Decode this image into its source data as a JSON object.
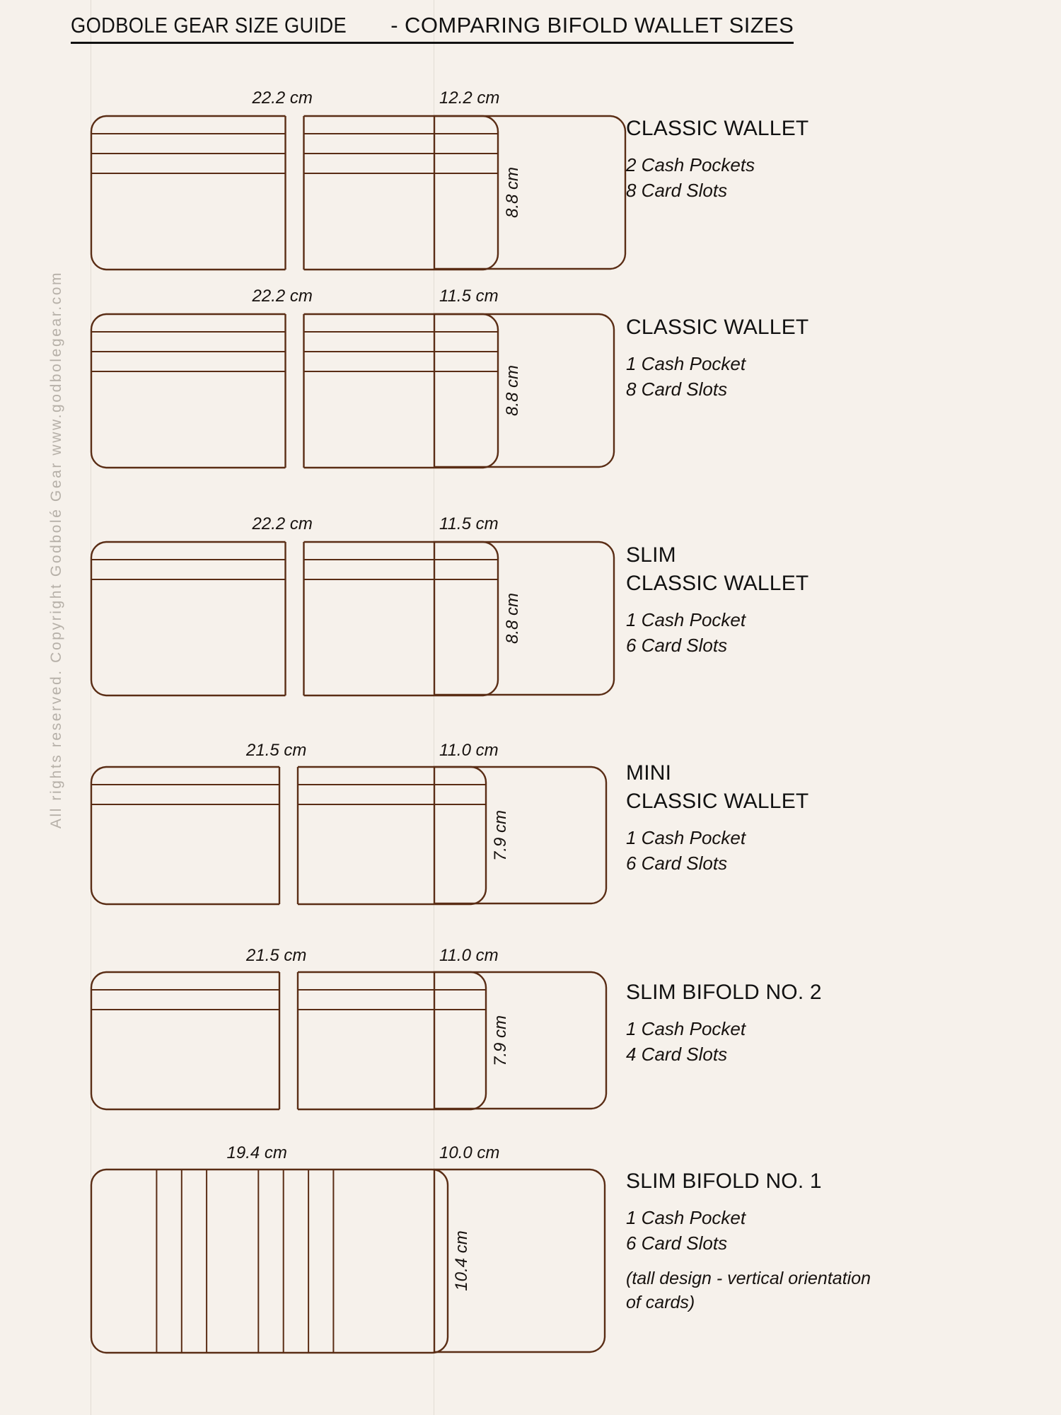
{
  "title": {
    "part1": "GODBOLE GEAR SIZE GUIDE ",
    "part2": " - COMPARING BIFOLD WALLET SIZES"
  },
  "side_note": "All rights reserved. Copyright Godbolé Gear www.godbolegear.com",
  "colors": {
    "background": "#f6f1eb",
    "stroke": "#5a2d15",
    "text": "#17120f",
    "side_text": "#b6b0a8",
    "guide": "#e2dcd4"
  },
  "units": "cm",
  "rows": [
    {
      "open_width": "22.2 cm",
      "closed_width": "12.2 cm",
      "height": "8.8 cm",
      "name_lines": [
        "CLASSIC WALLET"
      ],
      "specs": [
        "2 Cash Pockets",
        "8 Card Slots"
      ],
      "note": "",
      "slot_lines": 3,
      "style": "horizontal"
    },
    {
      "open_width": "22.2 cm",
      "closed_width": "11.5 cm",
      "height": "8.8 cm",
      "name_lines": [
        "CLASSIC WALLET"
      ],
      "specs": [
        "1 Cash Pocket",
        "8 Card Slots"
      ],
      "note": "",
      "slot_lines": 3,
      "style": "horizontal"
    },
    {
      "open_width": "22.2 cm",
      "closed_width": "11.5 cm",
      "height": "8.8 cm",
      "name_lines": [
        "SLIM",
        "CLASSIC WALLET"
      ],
      "specs": [
        "1 Cash Pocket",
        "6 Card Slots"
      ],
      "note": "",
      "slot_lines": 2,
      "style": "horizontal"
    },
    {
      "open_width": "21.5 cm",
      "closed_width": "11.0 cm",
      "height": "7.9 cm",
      "name_lines": [
        "MINI",
        "CLASSIC WALLET"
      ],
      "specs": [
        "1 Cash Pocket",
        "6 Card Slots"
      ],
      "note": "",
      "slot_lines": 2,
      "style": "horizontal"
    },
    {
      "open_width": "21.5 cm",
      "closed_width": "11.0 cm",
      "height": "7.9 cm",
      "name_lines": [
        "SLIM BIFOLD NO. 2"
      ],
      "specs": [
        "1 Cash Pocket",
        "4 Card Slots"
      ],
      "note": "",
      "slot_lines": 2,
      "style": "horizontal"
    },
    {
      "open_width": "19.4 cm",
      "closed_width": "10.0 cm",
      "height": "10.4 cm",
      "name_lines": [
        "SLIM BIFOLD NO. 1"
      ],
      "specs": [
        "1 Cash Pocket",
        "6 Card Slots"
      ],
      "note": "(tall design - vertical orientation of cards)",
      "slot_lines": 0,
      "style": "vertical"
    }
  ]
}
